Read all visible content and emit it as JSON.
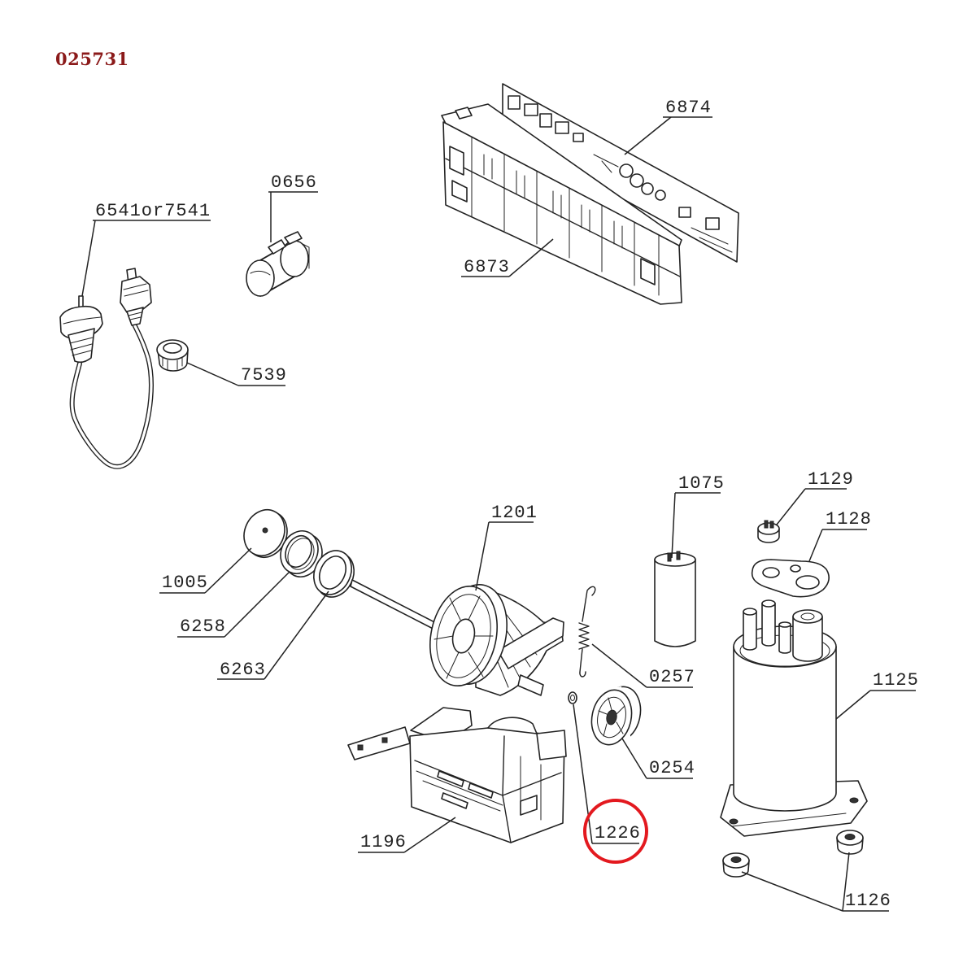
{
  "title": "025731",
  "parts": {
    "p6874": "6874",
    "p0656": "0656",
    "p6541or7541": "6541or7541",
    "p6873": "6873",
    "p7539": "7539",
    "p1075": "1075",
    "p1129": "1129",
    "p1128": "1128",
    "p1201": "1201",
    "p1005": "1005",
    "p6258": "6258",
    "p6263": "6263",
    "p0257": "0257",
    "p1125": "1125",
    "p0254": "0254",
    "p1226": "1226",
    "p1196": "1196",
    "p1126": "1126"
  },
  "colors": {
    "title": "#8b1a1a",
    "line": "#222222",
    "highlight": "#e3191f"
  }
}
